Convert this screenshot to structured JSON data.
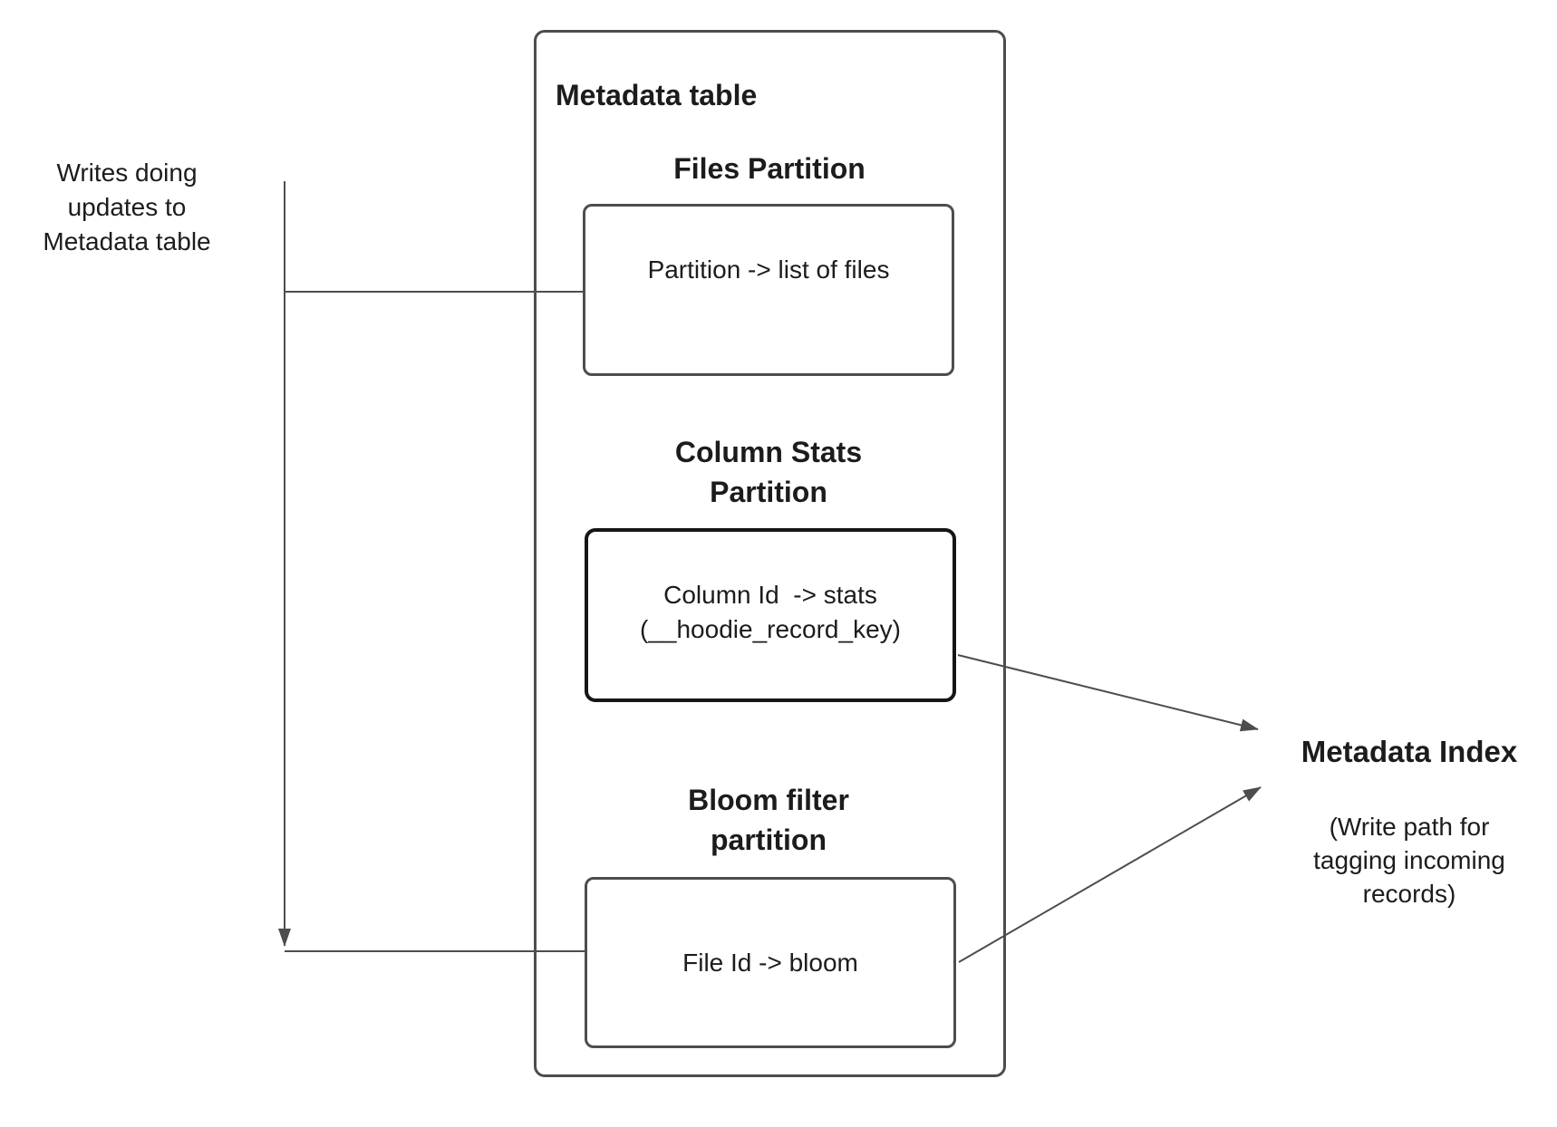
{
  "left_note": {
    "text": "Writes doing\nupdates to\nMetadata table"
  },
  "metadata_table": {
    "title": "Metadata table",
    "sections": [
      {
        "heading": "Files Partition",
        "box_label": "Partition -> list of files"
      },
      {
        "heading": "Column Stats\nPartition",
        "box_label": "Column Id  -> stats\n(__hoodie_record_key)"
      },
      {
        "heading": "Bloom filter\npartition",
        "box_label": "File Id -> bloom"
      }
    ]
  },
  "metadata_index": {
    "title": "Metadata Index",
    "subtitle": "(Write path for\ntagging incoming\nrecords)"
  },
  "colors": {
    "stroke": "#4d4d4d",
    "emphasis_stroke": "#161616",
    "text": "#1c1c1c",
    "background": "#ffffff"
  }
}
